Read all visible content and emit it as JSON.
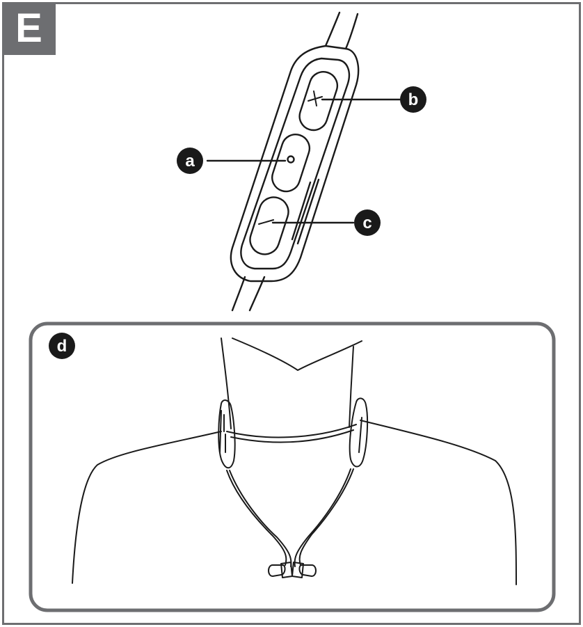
{
  "figure": {
    "section_letter": "E",
    "callouts": {
      "a": "a",
      "b": "b",
      "c": "c",
      "d": "d"
    },
    "button_symbols": {
      "volume_up": "+",
      "volume_down": "−"
    }
  }
}
